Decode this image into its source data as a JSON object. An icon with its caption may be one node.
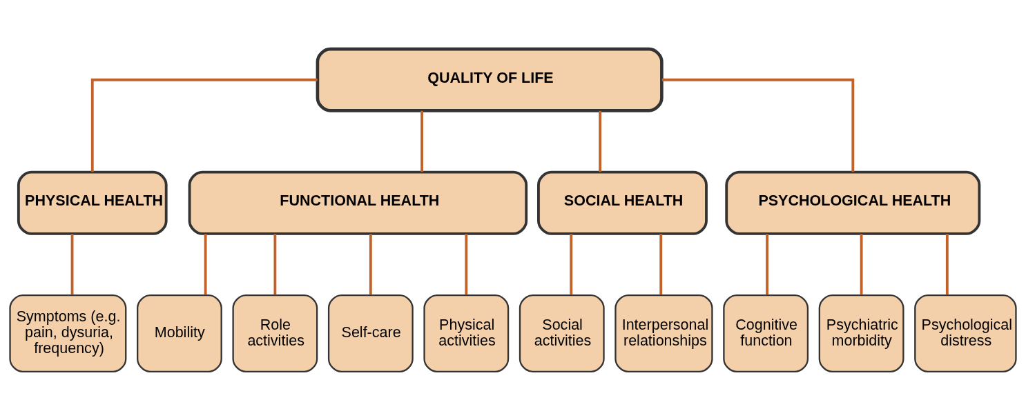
{
  "diagram": {
    "nodes": [
      {
        "text": [
          "QUALITY OF LIFE"
        ]
      },
      {
        "text": [
          "PHYSICAL HEALTH"
        ]
      },
      {
        "text": [
          "FUNCTIONAL HEALTH"
        ]
      },
      {
        "text": [
          "SOCIAL HEALTH"
        ]
      },
      {
        "text": [
          "PSYCHOLOGICAL HEALTH"
        ]
      },
      {
        "text": [
          "Symptoms (e.g. pain, dysuria, frequency)"
        ]
      },
      {
        "text": [
          "Mobility"
        ]
      },
      {
        "text": [
          "Role activities"
        ]
      },
      {
        "text": [
          "Self-care"
        ]
      },
      {
        "text": [
          "Physical activities"
        ]
      },
      {
        "text": [
          "Social activities"
        ]
      },
      {
        "text": [
          "Interpersonal relationships"
        ]
      },
      {
        "text": [
          "Cognitive function"
        ]
      },
      {
        "text": [
          "Psychiatric morbidity"
        ]
      },
      {
        "text": [
          "Psychological distress"
        ]
      }
    ],
    "edges": [
      {
        "from": 0,
        "to": 1,
        "arrow": "none"
      },
      {
        "from": 0,
        "to": 2,
        "arrow": "none"
      },
      {
        "from": 0,
        "to": 3,
        "arrow": "none"
      },
      {
        "from": 0,
        "to": 4,
        "arrow": "none"
      },
      {
        "from": 1,
        "to": 5,
        "arrow": "none"
      },
      {
        "from": 2,
        "to": 6,
        "arrow": "none"
      },
      {
        "from": 2,
        "to": 7,
        "arrow": "none"
      },
      {
        "from": 2,
        "to": 8,
        "arrow": "none"
      },
      {
        "from": 2,
        "to": 9,
        "arrow": "none"
      },
      {
        "from": 3,
        "to": 10,
        "arrow": "none"
      },
      {
        "from": 3,
        "to": 11,
        "arrow": "none"
      },
      {
        "from": 4,
        "to": 12,
        "arrow": "none"
      },
      {
        "from": 4,
        "to": 13,
        "arrow": "none"
      },
      {
        "from": 4,
        "to": 14,
        "arrow": "none"
      }
    ]
  }
}
